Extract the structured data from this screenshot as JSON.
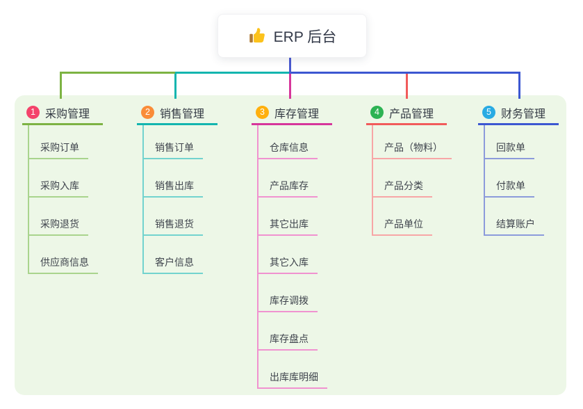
{
  "root": {
    "label": "ERP 后台",
    "icon": "thumbs-up-icon"
  },
  "branches": [
    {
      "index": "1",
      "label": "采购管理",
      "badge_color": "#f4436b",
      "line_color": "#7db343",
      "light_color": "#a9d48d",
      "children": [
        "采购订单",
        "采购入库",
        "采购退货",
        "供应商信息"
      ]
    },
    {
      "index": "2",
      "label": "销售管理",
      "badge_color": "#fa8c38",
      "line_color": "#13b5af",
      "light_color": "#72d3ce",
      "children": [
        "销售订单",
        "销售出库",
        "销售退货",
        "客户信息"
      ]
    },
    {
      "index": "3",
      "label": "库存管理",
      "badge_color": "#ffb00e",
      "line_color": "#d6369b",
      "light_color": "#f092d0",
      "children": [
        "仓库信息",
        "产品库存",
        "其它出库",
        "其它入库",
        "库存调拨",
        "库存盘点",
        "出库库明细"
      ]
    },
    {
      "index": "4",
      "label": "产品管理",
      "badge_color": "#2db353",
      "line_color": "#f15b5b",
      "light_color": "#f7a6a6",
      "children": [
        "产品（物料）",
        "产品分类",
        "产品单位"
      ]
    },
    {
      "index": "5",
      "label": "财务管理",
      "badge_color": "#29abe3",
      "line_color": "#3c57d1",
      "light_color": "#8c9bdb",
      "children": [
        "回款单",
        "付款单",
        "结算账户"
      ]
    }
  ],
  "colors": {
    "panel_bg": "#edf7e7",
    "stem": "#4a5ad0",
    "title_text": "#343a44",
    "child_text": "#3f444d",
    "root_text": "#333948",
    "thumb": "#fcc21b",
    "thumb_cuff": "#b07b36"
  }
}
